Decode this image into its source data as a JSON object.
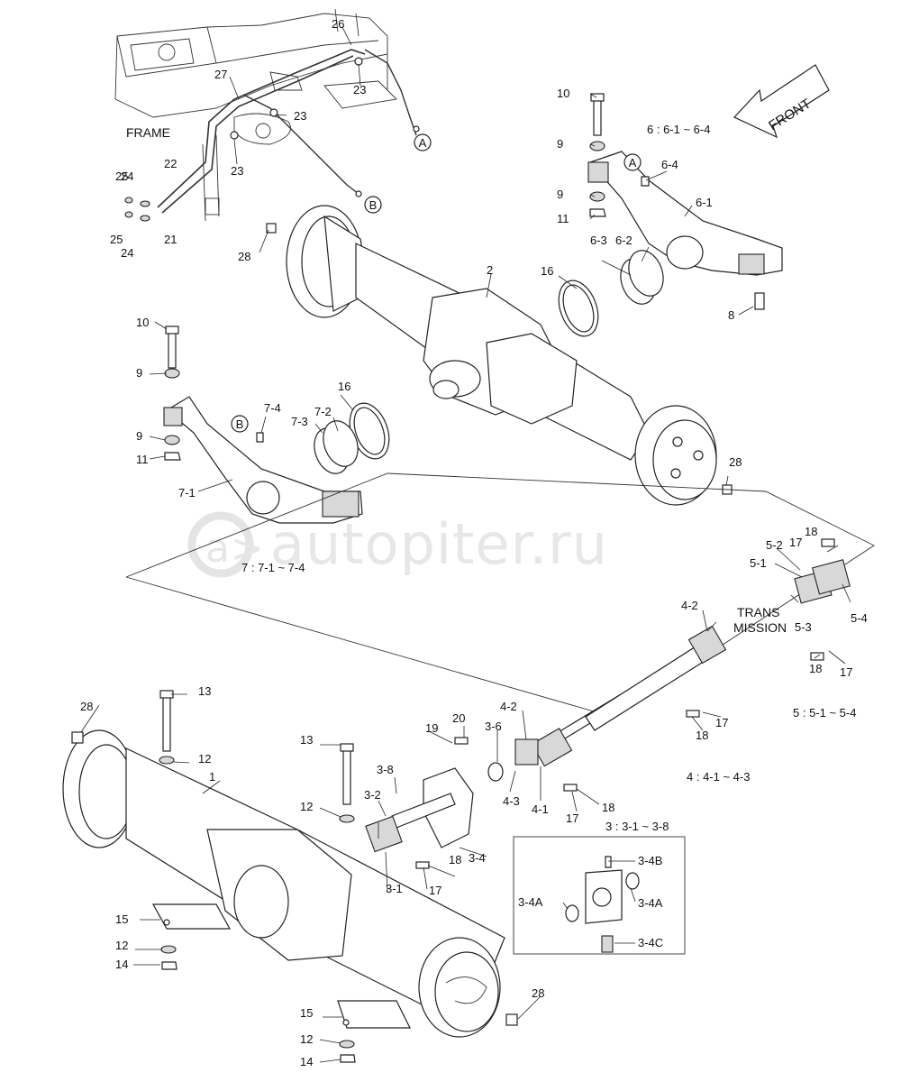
{
  "watermark": {
    "symbol": "a>",
    "text": "autopiter.ru"
  },
  "arrow": {
    "label": "FRONT"
  },
  "labels": {
    "frame": "FRAME",
    "transmission_line1": "TRANS",
    "transmission_line2": "MISSION"
  },
  "groups": [
    "6 : 6-1 ~ 6-4",
    "7 : 7-1 ~ 7-4",
    "5 : 5-1 ~ 5-4",
    "4 : 4-1 ~ 4-3",
    "3 : 3-1 ~ 3-8"
  ],
  "callouts": [
    {
      "letter": "A"
    },
    {
      "letter": "B"
    },
    {
      "letter": "A"
    },
    {
      "letter": "B"
    }
  ],
  "parts": [
    "26",
    "27",
    "23",
    "23",
    "23",
    "22",
    "21",
    "24",
    "24",
    "25",
    "25",
    "10",
    "9",
    "9",
    "11",
    "6-4",
    "6-1",
    "6-2",
    "6-3",
    "16",
    "8",
    "2",
    "28",
    "10",
    "9",
    "7-4",
    "9",
    "11",
    "7-3",
    "7-2",
    "16",
    "7-1",
    "28",
    "18",
    "17",
    "5-2",
    "5-1",
    "TRANS",
    "5-3",
    "5-4",
    "18",
    "17",
    "4-2",
    "17",
    "18",
    "28",
    "13",
    "12",
    "1",
    "15",
    "12",
    "14",
    "13",
    "12",
    "15",
    "12",
    "14",
    "28",
    "19",
    "20",
    "3-6",
    "4-3",
    "4-2",
    "4-1",
    "17",
    "18",
    "3-8",
    "3-2",
    "3-1",
    "17",
    "18",
    "3-4",
    "3-4B",
    "3-4A",
    "3-4A",
    "3-4C"
  ]
}
